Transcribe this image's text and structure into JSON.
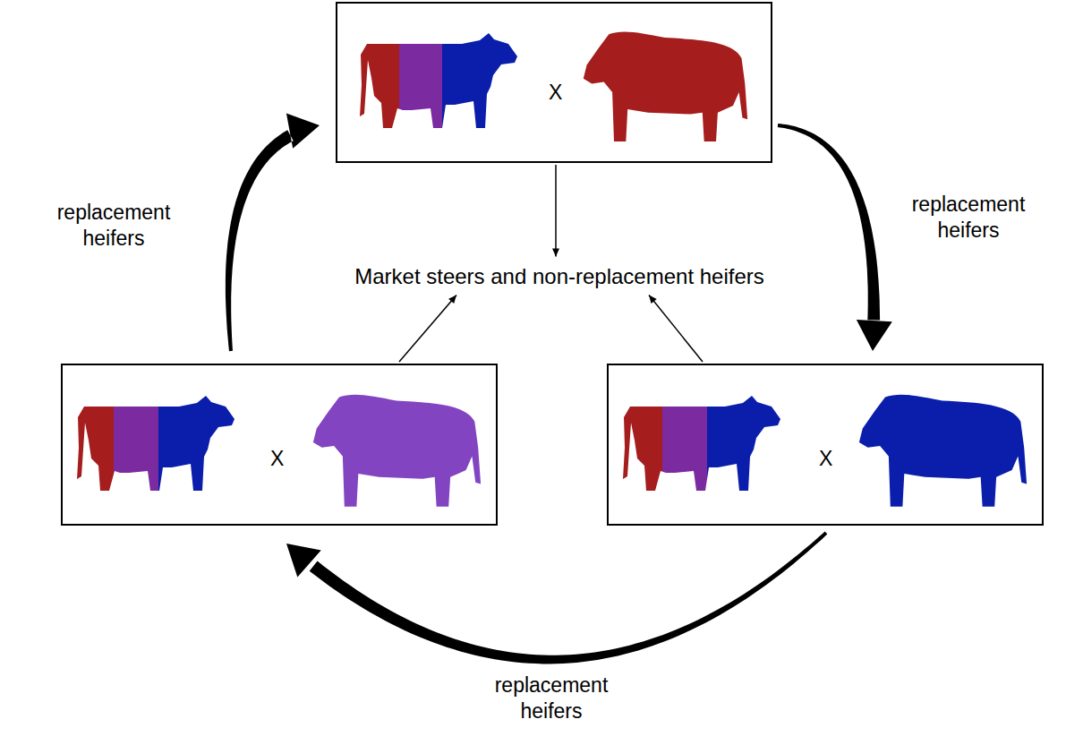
{
  "diagram": {
    "nodes": [
      {
        "text": [
          "X"
        ]
      },
      {
        "text": [
          "Market steers and non-replacement heifers"
        ]
      },
      {
        "text": [
          "X"
        ]
      },
      {
        "text": [
          "X"
        ]
      }
    ],
    "edges": [
      {
        "from": 0,
        "to": 3,
        "label": "replacement heifers",
        "arrow": "to"
      },
      {
        "from": 3,
        "to": 2,
        "label": "replacement heifers",
        "arrow": "to"
      },
      {
        "from": 2,
        "to": 0,
        "label": "replacement heifers",
        "arrow": "to"
      },
      {
        "from": 0,
        "to": 1,
        "arrow": "to"
      },
      {
        "from": 2,
        "to": 1,
        "arrow": "to"
      },
      {
        "from": 3,
        "to": 1,
        "arrow": "to"
      }
    ]
  }
}
